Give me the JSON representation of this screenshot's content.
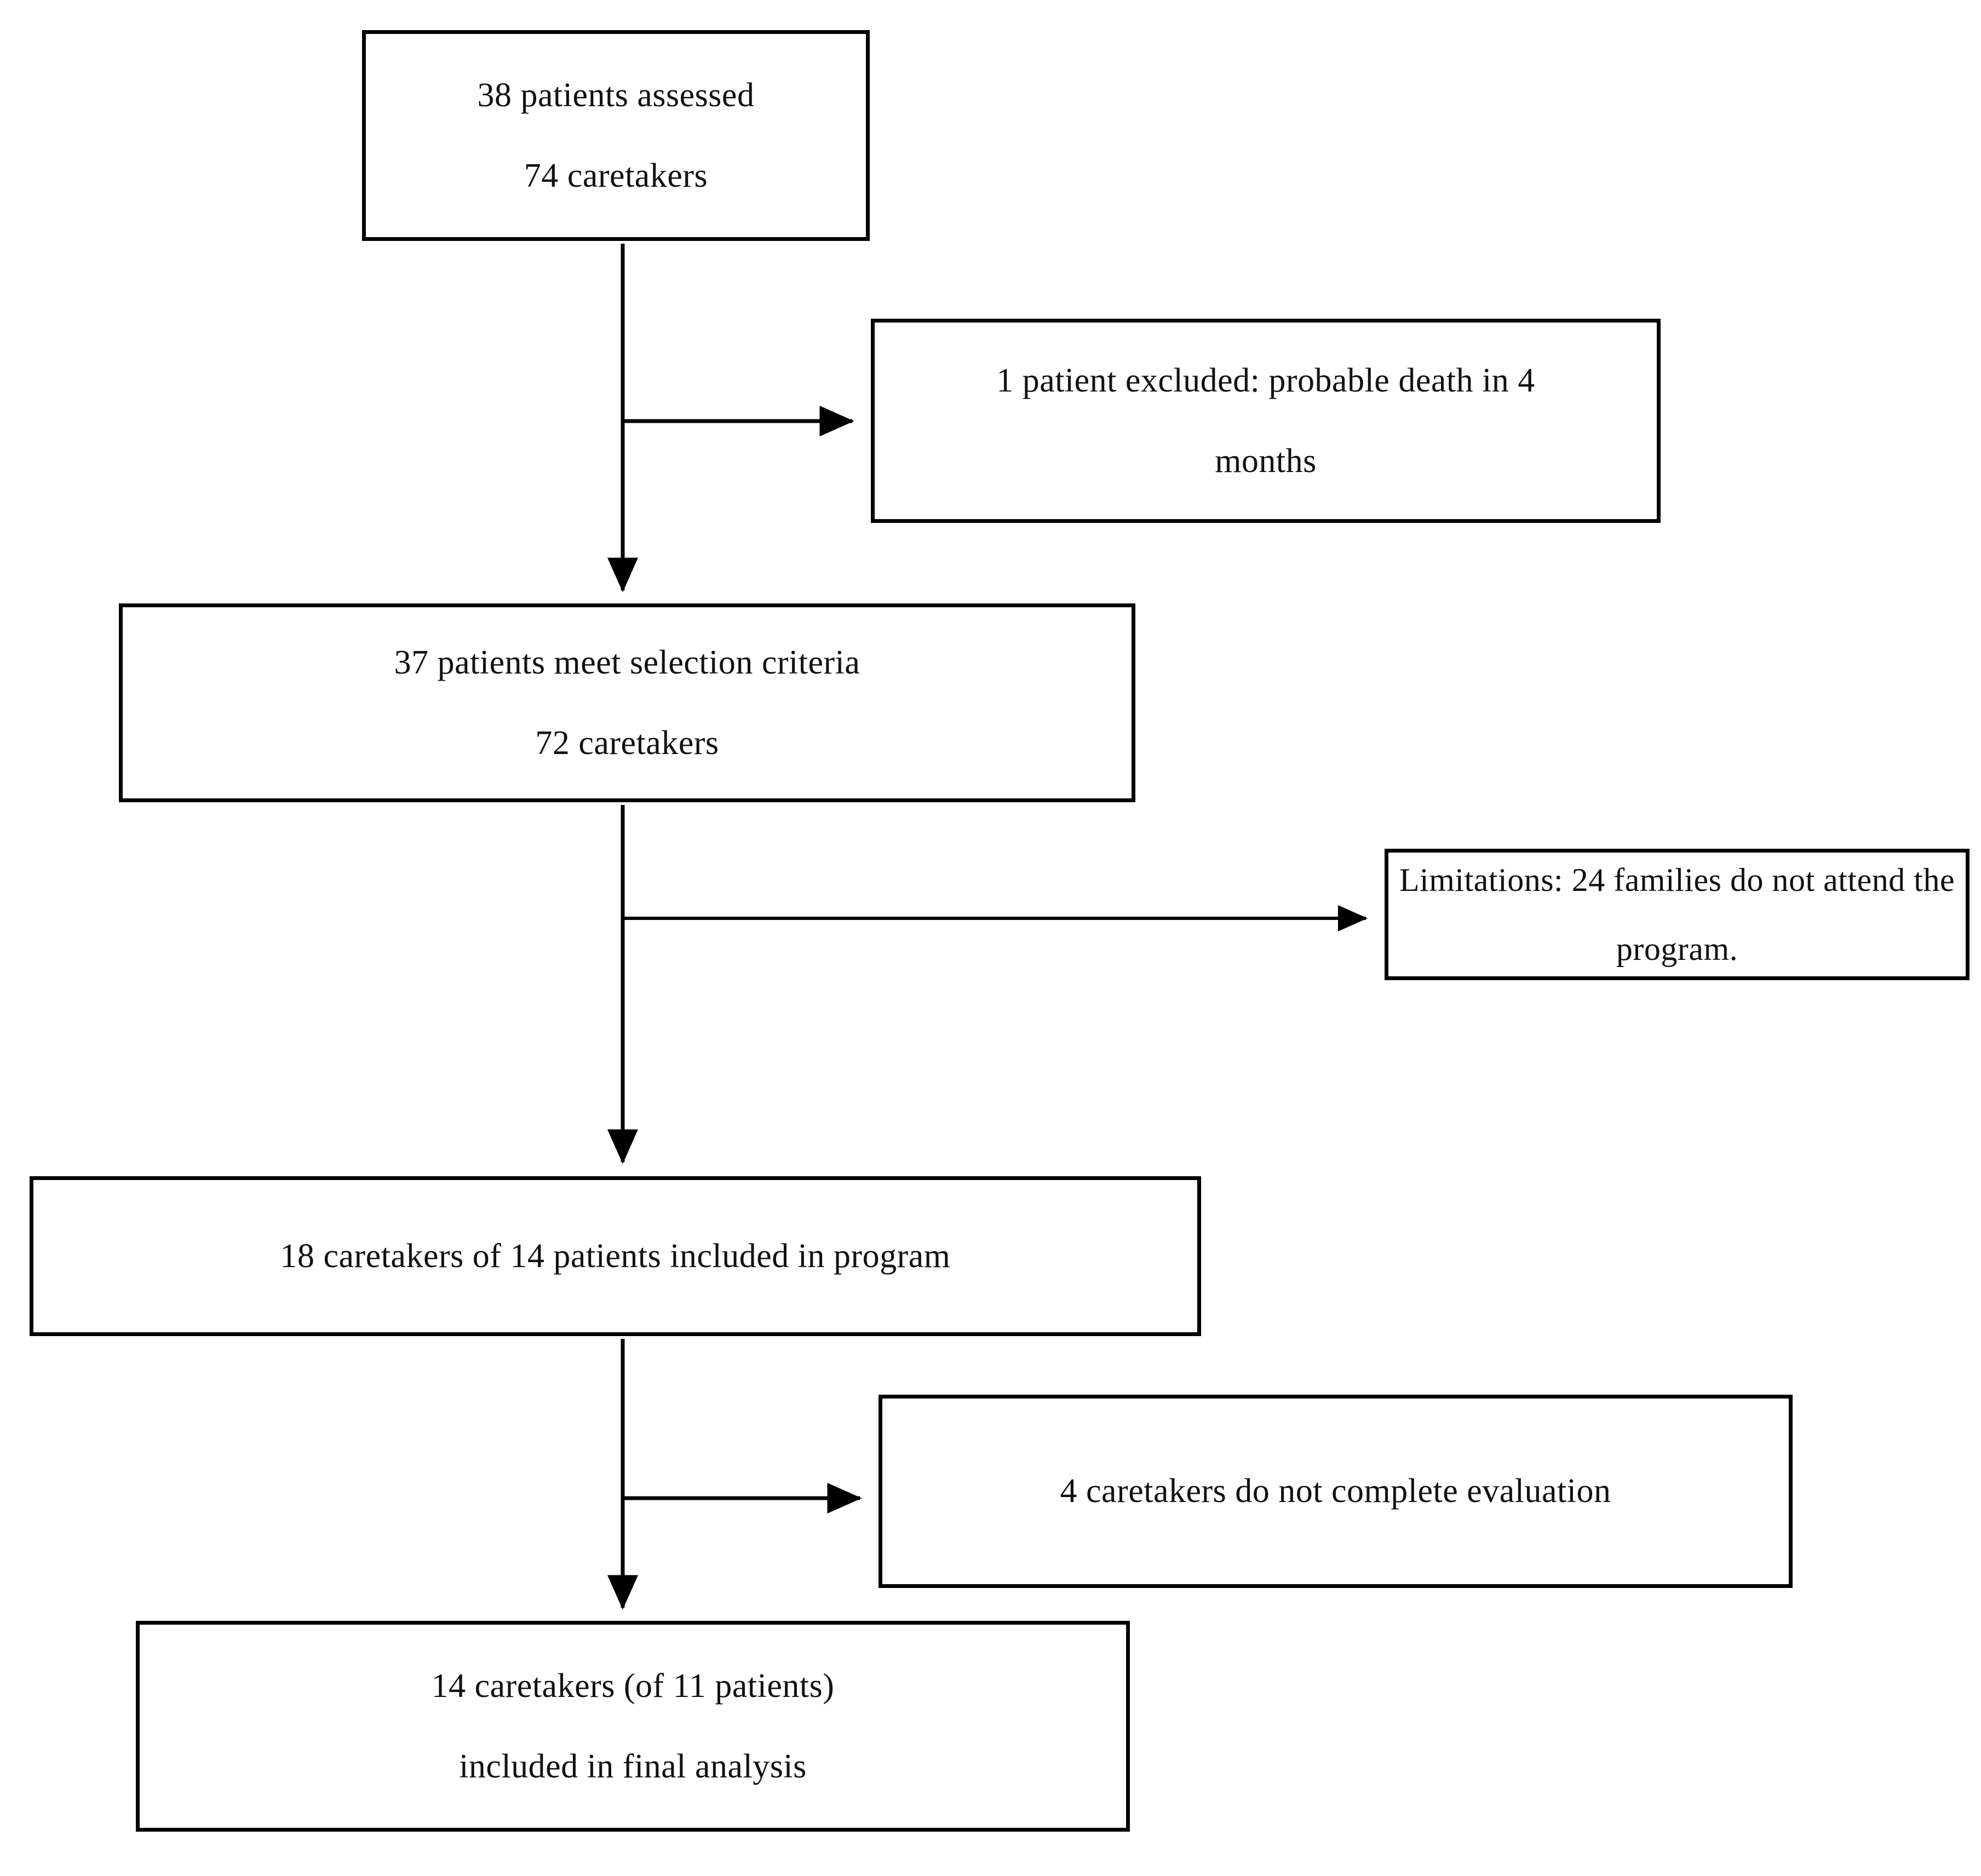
{
  "diagram": {
    "type": "flowchart",
    "title_text": "",
    "orientation": "top-to-bottom",
    "colors": {
      "box_border": "#000000",
      "box_fill": "#ffffff",
      "connector": "#000000",
      "text": "#111111"
    },
    "nodes": [
      {
        "id": "assessed",
        "lines": [
          "38 patients assessed",
          "74 caretakers"
        ]
      },
      {
        "id": "excluded",
        "lines": [
          "1 patient excluded: probable death in 4",
          "months"
        ]
      },
      {
        "id": "criteria",
        "lines": [
          "37 patients meet selection criteria",
          "72 caretakers"
        ]
      },
      {
        "id": "limitations",
        "lines": [
          "Limitations: 24 families do not attend the",
          "program."
        ]
      },
      {
        "id": "included",
        "lines": [
          "18 caretakers of 14 patients included in program"
        ]
      },
      {
        "id": "incomplete",
        "lines": [
          "4 caretakers do not complete evaluation"
        ]
      },
      {
        "id": "final",
        "lines": [
          "14 caretakers (of 11 patients)",
          "included in final analysis"
        ]
      }
    ],
    "edges": [
      {
        "id": "edge-assessed-to-criteria",
        "from": "assessed",
        "to": "criteria",
        "kind": "vertical-arrow"
      },
      {
        "id": "edge-assessed-to-excluded",
        "from": "assessed",
        "to": "excluded",
        "kind": "branch-right-arrow"
      },
      {
        "id": "edge-criteria-to-included",
        "from": "criteria",
        "to": "included",
        "kind": "vertical-arrow"
      },
      {
        "id": "edge-criteria-to-limitations",
        "from": "criteria",
        "to": "limitations",
        "kind": "branch-right-arrow"
      },
      {
        "id": "edge-included-to-final",
        "from": "included",
        "to": "final",
        "kind": "vertical-arrow"
      },
      {
        "id": "edge-included-to-incomplete",
        "from": "included",
        "to": "incomplete",
        "kind": "branch-right-arrow"
      }
    ]
  }
}
